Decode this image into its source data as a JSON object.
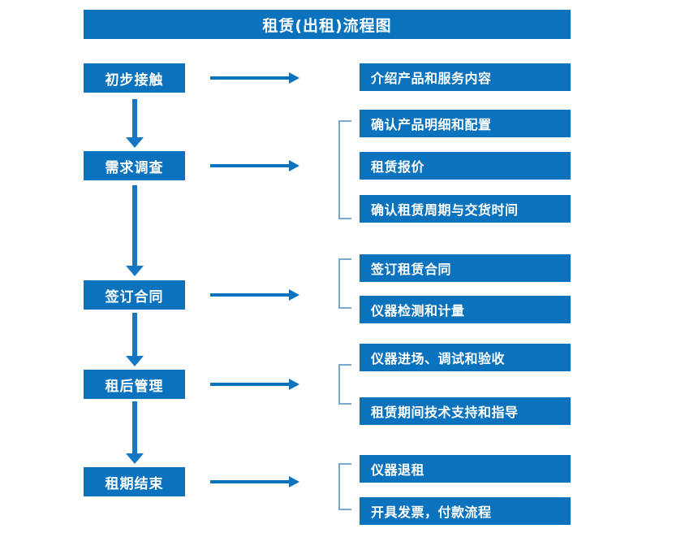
{
  "diagram": {
    "title": "租赁(出租)流程图",
    "accent_color": "#0b72bd",
    "bracket_color": "#7aa7cf",
    "arrow_color": "#1577c4"
  },
  "stages": [
    {
      "label": "初步接触"
    },
    {
      "label": "需求调查"
    },
    {
      "label": "签订合同"
    },
    {
      "label": "租后管理"
    },
    {
      "label": "租期结束"
    }
  ],
  "details": [
    {
      "label": "介绍产品和服务内容"
    },
    {
      "label": "确认产品明细和配置"
    },
    {
      "label": "租赁报价"
    },
    {
      "label": "确认租赁周期与交货时间"
    },
    {
      "label": "签订租赁合同"
    },
    {
      "label": "仪器检测和计量"
    },
    {
      "label": "仪器进场、调试和验收"
    },
    {
      "label": "租赁期间技术支持和指导"
    },
    {
      "label": "仪器退租"
    },
    {
      "label": "开具发票，付款流程"
    }
  ]
}
